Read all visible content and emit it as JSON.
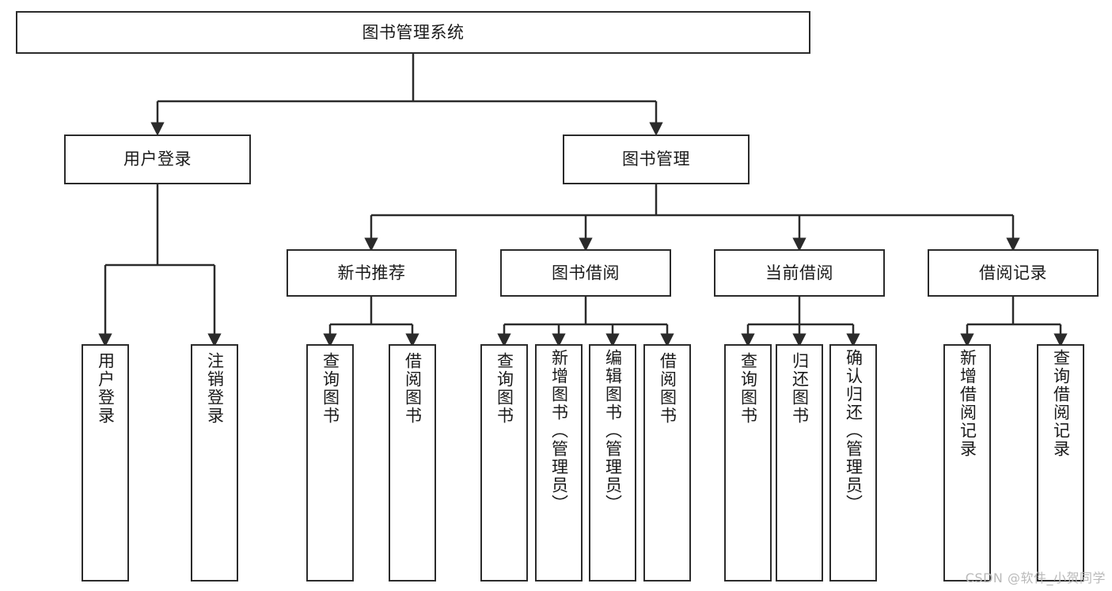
{
  "diagram": {
    "type": "tree-hierarchy",
    "title": "图书管理系统",
    "watermark": "CSDN @软件_小贺同学",
    "colors": {
      "box_border": "#2b2b2b",
      "box_fill": "#ffffff",
      "connector": "#2b2b2b",
      "text": "#1a1a1a",
      "watermark": "#b9b9b9"
    },
    "nodes": {
      "root": {
        "label": "图书管理系统"
      },
      "level2": [
        {
          "id": "user-login",
          "label": "用户登录"
        },
        {
          "id": "book-manage",
          "label": "图书管理"
        }
      ],
      "level3": [
        {
          "id": "new-book-recommend",
          "label": "新书推荐"
        },
        {
          "id": "book-borrow",
          "label": "图书借阅"
        },
        {
          "id": "current-borrow",
          "label": "当前借阅"
        },
        {
          "id": "borrow-record",
          "label": "借阅记录"
        }
      ],
      "leaves": {
        "user_login": [
          {
            "id": "leaf-user-login",
            "label": "用户登录"
          },
          {
            "id": "leaf-logout-login",
            "label": "注销登录"
          }
        ],
        "new_book_recommend": [
          {
            "id": "leaf-query-book-1",
            "label": "查询图书"
          },
          {
            "id": "leaf-borrow-book-1",
            "label": "借阅图书"
          }
        ],
        "book_borrow": [
          {
            "id": "leaf-query-book-2",
            "label": "查询图书"
          },
          {
            "id": "leaf-add-book",
            "label": "新增图书（管理员）"
          },
          {
            "id": "leaf-edit-book",
            "label": "编辑图书（管理员）"
          },
          {
            "id": "leaf-borrow-book-2",
            "label": "借阅图书"
          }
        ],
        "current_borrow": [
          {
            "id": "leaf-query-book-3",
            "label": "查询图书"
          },
          {
            "id": "leaf-return-book",
            "label": "归还图书"
          },
          {
            "id": "leaf-confirm-return",
            "label": "确认归还（管理员）"
          }
        ],
        "borrow_record": [
          {
            "id": "leaf-add-record",
            "label": "新增借阅记录"
          },
          {
            "id": "leaf-query-record",
            "label": "查询借阅记录"
          }
        ]
      }
    }
  }
}
